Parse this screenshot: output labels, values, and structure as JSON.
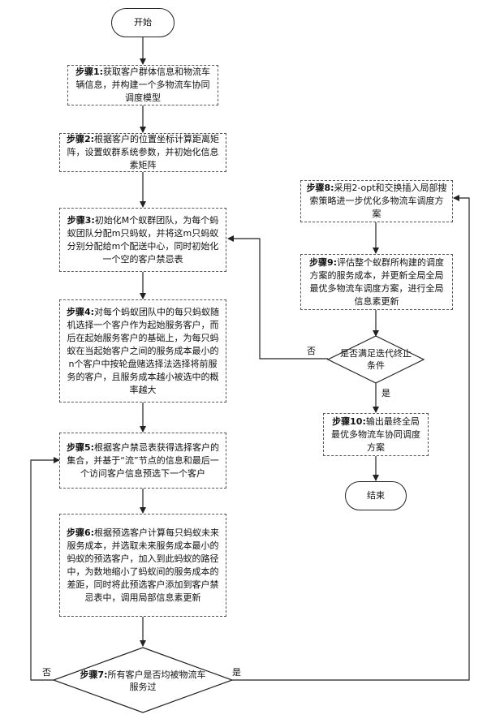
{
  "start": "开始",
  "end": "结束",
  "steps": {
    "s1": {
      "label": "步骤1:",
      "text": "获取客户群体信息和物流车辆信息，并构建一个多物流车协同调度模型"
    },
    "s2": {
      "label": "步骤2:",
      "text": "根据客户的位置坐标计算距离矩阵，设置蚁群系统参数，并初始化信息素矩阵"
    },
    "s3": {
      "label": "步骤3:",
      "text": "初始化M个蚁群团队，为每个蚂蚁团队分配m只蚂蚁，并将这m只蚂蚁分别分配给m个配送中心，同时初始化一个空的客户禁忌表"
    },
    "s4": {
      "label": "步骤4:",
      "text": "对每个蚂蚁团队中的每只蚂蚁随机选择一个客户作为起始服务客户，而后在起始服务客户的基础上，为每只蚂蚁在当起始客户之间的服务成本最小的n个客户中按轮盘赌选择法选择将前服务的客户，且服务成本越小被选中的概率越大"
    },
    "s5": {
      "label": "步骤5:",
      "text": "根据客户禁忌表获得选择客户的集合，并基于“流”节点的信息和最后一个访问客户信息预选下一个客户"
    },
    "s6": {
      "label": "步骤6:",
      "text": "根据预选客户计算每只蚂蚁未来服务成本，并选取未来服务成本最小的蚂蚁的预选客户，加入到此蚂蚁的路径中，为数地缩小了蚂蚁间的服务成本的差距，同时将此预选客户添加到客户禁忌表中，调用局部信息素更新"
    },
    "s7": {
      "label": "步骤7:",
      "text": "所有客户是否均被物流车服务过"
    },
    "s8": {
      "label": "步骤8:",
      "text": "采用2-opt和交换插入局部搜索策略进一步优化多物流车调度方案"
    },
    "s9": {
      "label": "步骤9:",
      "text": "评估整个蚁群所构建的调度方案的服务成本，并更新全局全局最优多物流车调度方案，进行全局信息素更新"
    },
    "check": {
      "text": "是否满足迭代终止条件"
    },
    "s10": {
      "label": "步骤10:",
      "text": "输出最终全局最优多物流车协同调度方案"
    }
  },
  "edge_labels": {
    "no_left": "否",
    "yes_right": "是",
    "no_upper": "否",
    "yes_lower": "是"
  }
}
